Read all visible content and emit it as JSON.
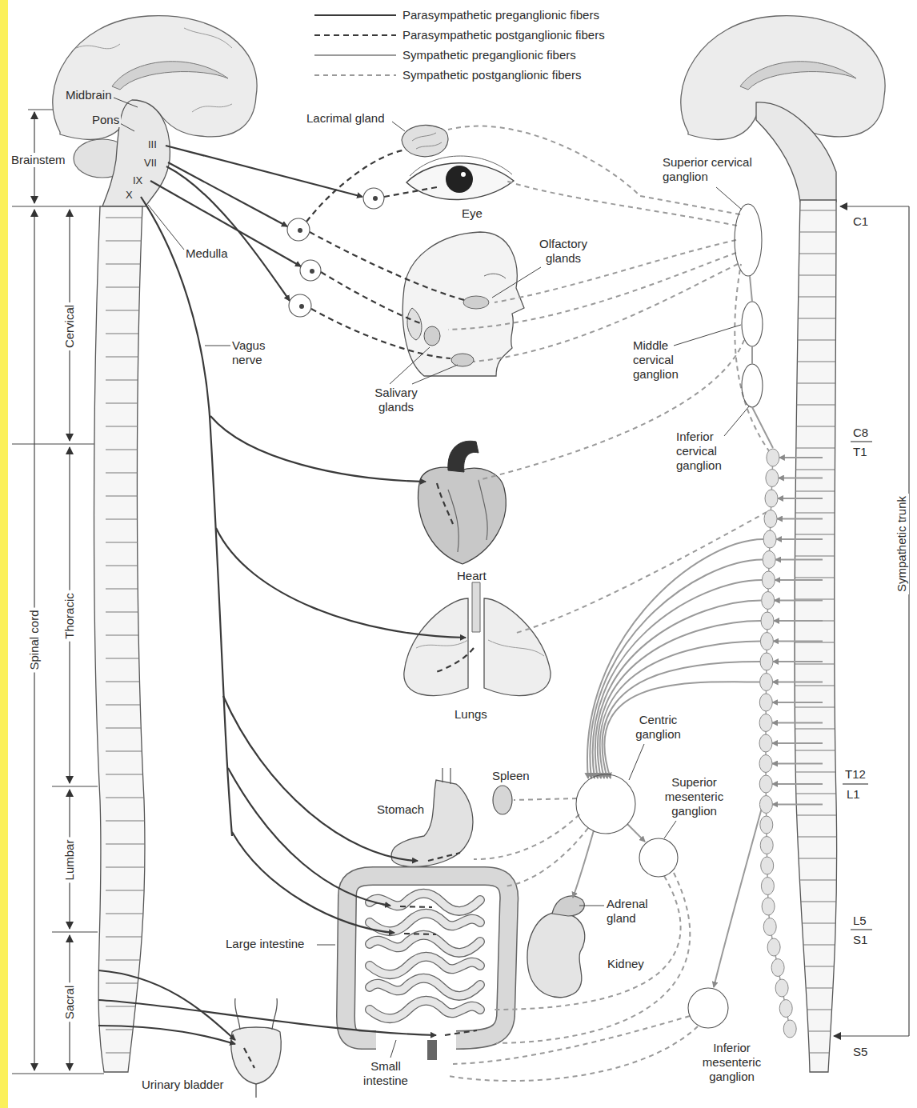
{
  "diagram": {
    "labels": [
      "Midbrain",
      "Pons",
      "Brainstem",
      "III",
      "VII",
      "IX",
      "X",
      "Medulla",
      "Lacrimal gland",
      "Eye",
      "Superior cervical ganglion",
      "C1",
      "Cervical",
      "Olfactory glands",
      "Vagus nerve",
      "Salivary glands",
      "Middle cervical ganglion",
      "Inferior cervical ganglion",
      "C8",
      "T1",
      "Heart",
      "Sympathetic trunk",
      "Spinal cord",
      "Thoracic",
      "Lungs",
      "Centric ganglion",
      "Spleen",
      "Superior mesenteric ganglion",
      "Stomach",
      "T12",
      "L1",
      "Lumbar",
      "Adrenal gland",
      "Large intestine",
      "Kidney",
      "L5",
      "S1",
      "Sacral",
      "Small intestine",
      "Urinary bladder",
      "Inferior mesenteric ganglion",
      "S5"
    ],
    "legend": [
      {
        "text": "Parasympathetic preganglionic fibers"
      },
      {
        "text": "Parasympathetic postganglionic fibers"
      },
      {
        "text": "Sympathetic preganglionic fibers"
      },
      {
        "text": "Sympathetic postganglionic fibers"
      }
    ]
  }
}
